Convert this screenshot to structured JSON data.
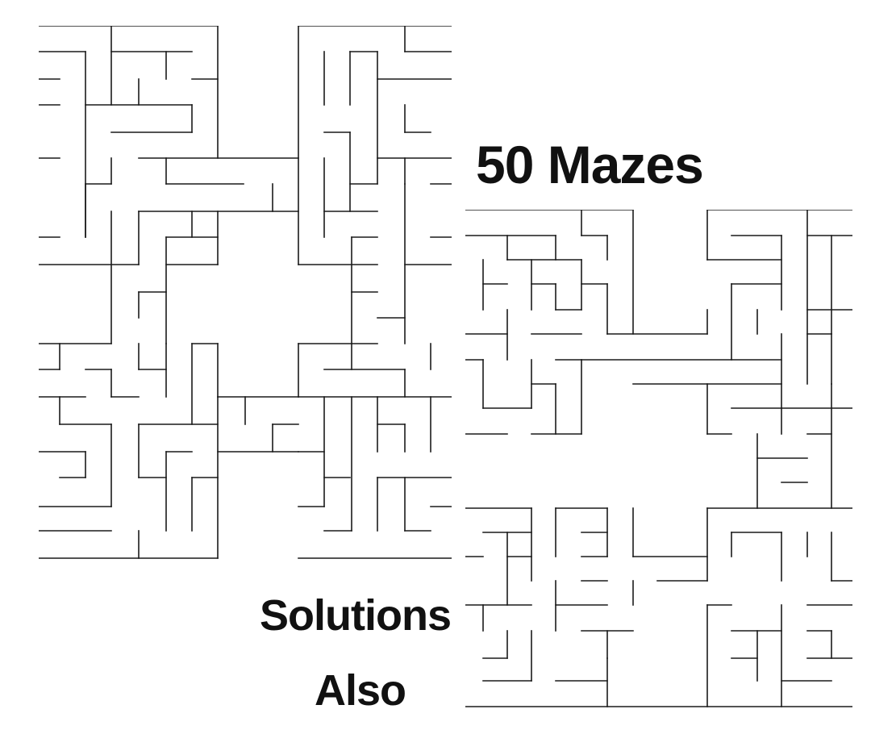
{
  "text": {
    "headline": "50 Mazes",
    "line1": "Solutions",
    "line2": "Also"
  },
  "colors": {
    "background": "#ffffff",
    "ink": "#111111"
  }
}
